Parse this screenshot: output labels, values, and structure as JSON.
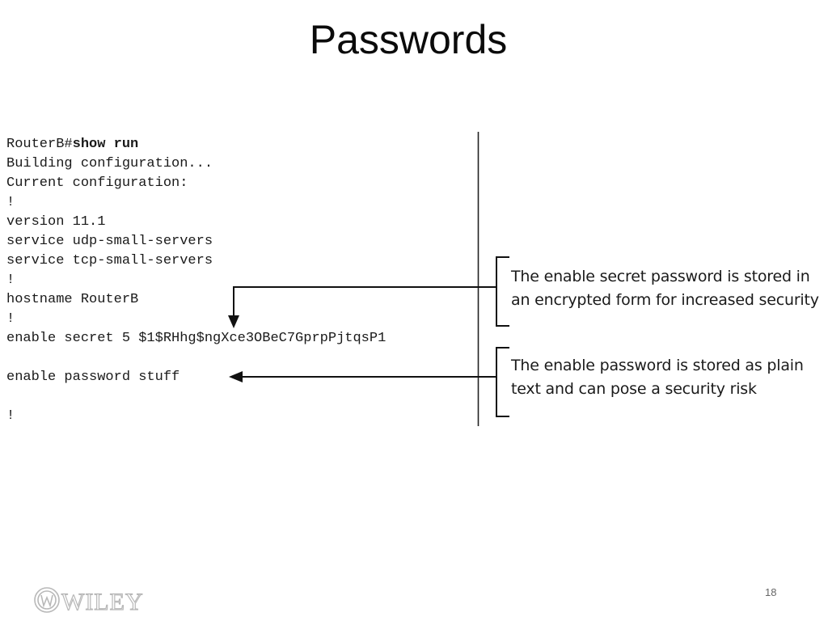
{
  "slide": {
    "title": "Passwords",
    "page_number": "18"
  },
  "terminal": {
    "prompt": "RouterB#",
    "command": "show run",
    "lines": [
      "Building configuration...",
      "Current configuration:",
      "!",
      "version 11.1",
      "service udp-small-servers",
      "service tcp-small-servers",
      "!",
      "hostname RouterB",
      "!",
      "enable secret 5 $1$RHhg$ngXce3OBeC7GprpPjtqsP1",
      "enable password stuff",
      "!"
    ]
  },
  "callouts": {
    "secret": {
      "line1": "The enable secret password is stored in",
      "line2": "an encrypted form for increased security"
    },
    "password": {
      "line1": "The enable password is stored as plain",
      "line2": "text and can pose a security risk"
    }
  },
  "logo": {
    "text": "WILEY",
    "color": "#b8b8b8"
  }
}
